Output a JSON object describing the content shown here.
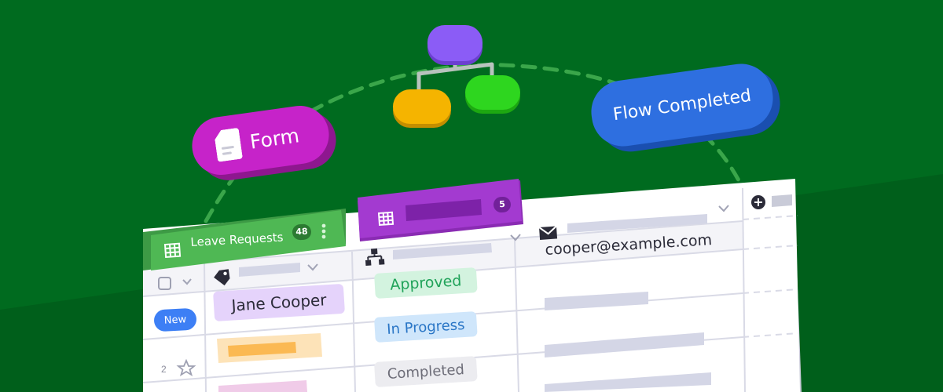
{
  "scene": {
    "colors": {
      "background": "#006b1f",
      "sheet": "#ffffff",
      "grid": "#d9dae6",
      "tab_green": "#49b54e",
      "tab_purple": "#a33ad0",
      "accent_blue": "#3d7ff5"
    }
  },
  "pills": {
    "form_label": "Form",
    "flow_completed_label": "Flow Completed"
  },
  "tabs": {
    "leave_requests": {
      "label": "Leave Requests",
      "count": "48"
    },
    "second": {
      "count": "5"
    }
  },
  "table": {
    "email_value": "cooper@example.com",
    "row_new_label": "New",
    "row_2_number": "2",
    "name_value": "Jane Cooper",
    "statuses": [
      {
        "label": "Approved",
        "bg": "#d3f3df",
        "fg": "#21a35a"
      },
      {
        "label": "In Progress",
        "bg": "#cfe6fb",
        "fg": "#2a76c6"
      },
      {
        "label": "Completed",
        "bg": "#ececf0",
        "fg": "#6d6d78"
      }
    ]
  },
  "icons": {
    "table": "table-grid-icon",
    "tag": "tag-icon",
    "flow": "hierarchy-icon",
    "mail": "envelope-icon",
    "plus": "plus-circle-icon",
    "star": "star-icon",
    "chevron": "chevron-down-icon",
    "more": "more-vertical-icon",
    "checkbox": "checkbox-icon"
  }
}
